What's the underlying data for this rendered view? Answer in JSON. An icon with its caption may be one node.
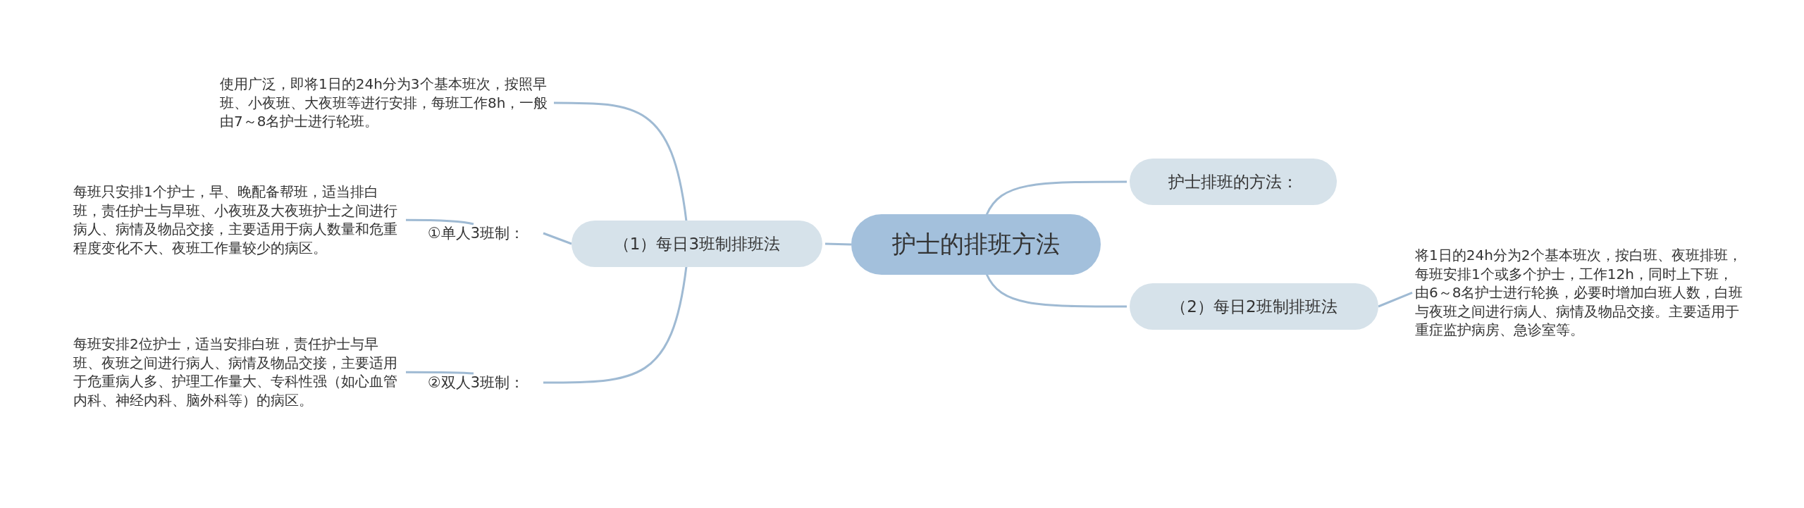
{
  "diagram": {
    "nodes": [
      {
        "text": [
          "护士的排班方法"
        ]
      },
      {
        "text": [
          "护士排班的方法："
        ]
      },
      {
        "text": [
          "（1）每日3班制排班法"
        ]
      },
      {
        "text": [
          "使用广泛，即将1日的24h分为3个基本班次，按照早班、小夜班、大夜班等进行安排，每班工作8h，一般由7～8名护士进行轮班。"
        ]
      },
      {
        "text": [
          "①单人3班制："
        ]
      },
      {
        "text": [
          "每班只安排1个护士，早、晚配备帮班，适当排白班，责任护士与早班、小夜班及大夜班护士之间进行病人、病情及物品交接，主要适用于病人数量和危重程度变化不大、夜班工作量较少的病区。"
        ]
      },
      {
        "text": [
          "②双人3班制："
        ]
      },
      {
        "text": [
          "每班安排2位护士，适当安排白班，责任护士与早班、夜班之间进行病人、病情及物品交接，主要适用于危重病人多、护理工作量大、专科性强（如心血管内科、神经内科、脑外科等）的病区。"
        ]
      },
      {
        "text": [
          "（2）每日2班制排班法"
        ]
      },
      {
        "text": [
          "将1日的24h分为2个基本班次，按白班、夜班排班，每班安排1个或多个护士，工作12h，同时上下班，由6～8名护士进行轮换，必要时增加白班人数，白班与夜班之间进行病人、病情及物品交接。主要适用于重症监护病房、急诊室等。"
        ]
      }
    ],
    "edges": [
      {
        "from": 0,
        "to": 1,
        "arrow": "none"
      },
      {
        "from": 0,
        "to": 2,
        "arrow": "none"
      },
      {
        "from": 0,
        "to": 8,
        "arrow": "none"
      },
      {
        "from": 2,
        "to": 3,
        "arrow": "none"
      },
      {
        "from": 2,
        "to": 4,
        "arrow": "none"
      },
      {
        "from": 2,
        "to": 6,
        "arrow": "none"
      },
      {
        "from": 4,
        "to": 5,
        "arrow": "none"
      },
      {
        "from": 6,
        "to": 7,
        "arrow": "none"
      },
      {
        "from": 8,
        "to": 9,
        "arrow": "none"
      }
    ]
  }
}
